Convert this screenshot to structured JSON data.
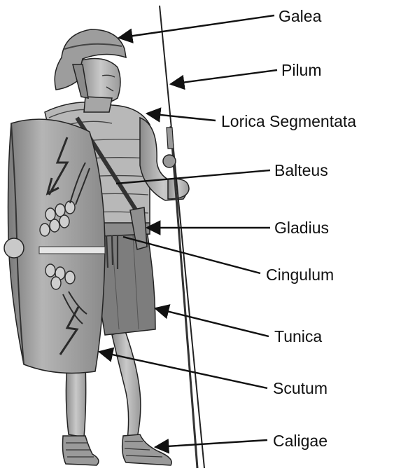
{
  "diagram": {
    "subject": "Roman legionary soldier",
    "labels": [
      {
        "id": "galea",
        "text": "Galea"
      },
      {
        "id": "pilum",
        "text": "Pilum"
      },
      {
        "id": "lorica",
        "text": "Lorica Segmentata"
      },
      {
        "id": "balteus",
        "text": "Balteus"
      },
      {
        "id": "gladius",
        "text": "Gladius"
      },
      {
        "id": "cingulum",
        "text": "Cingulum"
      },
      {
        "id": "tunica",
        "text": "Tunica"
      },
      {
        "id": "scutum",
        "text": "Scutum"
      },
      {
        "id": "caligae",
        "text": "Caligae"
      }
    ]
  },
  "colors": {
    "background": "#ffffff",
    "ink": "#111111",
    "figure_light": "#d9d9d9",
    "figure_mid": "#a8a8a8",
    "figure_dark": "#6e6e6e"
  }
}
